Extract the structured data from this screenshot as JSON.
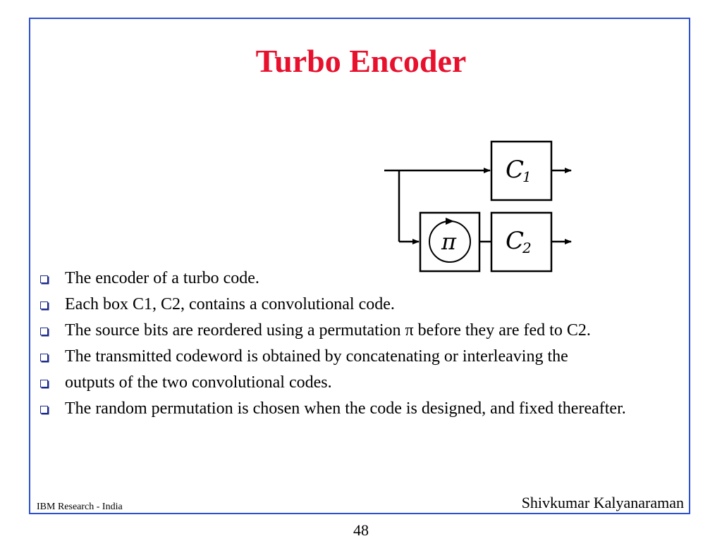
{
  "slide": {
    "title": "Turbo Encoder",
    "frame_color": "#2b4fd1",
    "title_color": "#e8102c"
  },
  "diagram": {
    "c1_label": "C",
    "c1_subscript": "1",
    "c2_label": "C",
    "c2_subscript": "2",
    "permutation_label": "π",
    "icons": [
      "arrow-right-icon",
      "permutation-circle-icon"
    ]
  },
  "bullets": [
    "The encoder of a turbo code.",
    "Each box C1, C2, contains a convolutional code.",
    "The source bits are reordered using a permutation π before they are fed to C2.",
    "The transmitted codeword is obtained by concatenating or interleaving the",
    "outputs of the two convolutional codes.",
    "The random permutation is chosen when the code is designed, and fixed thereafter."
  ],
  "footer": {
    "left": "IBM Research - India",
    "right": "Shivkumar Kalyanaraman",
    "page_number": "48"
  }
}
